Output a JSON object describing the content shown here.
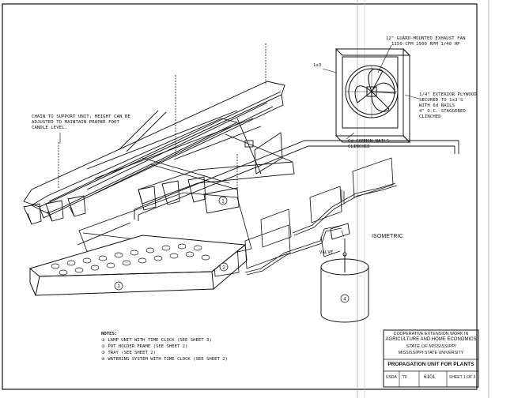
{
  "drawing": {
    "callouts": {
      "fan": "12\" GUARD-MOUNTED EXHAUST FAN\n1150 CFM 1500 RPM 1/40 HP",
      "lumber": "1x3",
      "plywood": "1/4\" EXTERIOR PLYWOOD\nSECURED TO 1x3'S\nWITH 6d NAILS\n4\" O.C. STAGGERED\nCLINCHED",
      "nails": "6d COMMON NAILS\nCLINCHED",
      "chain": "CHAIN TO SUPPORT UNIT, HEIGHT CAN BE\nADJUSTED TO MAINTAIN PROPER FOOT\nCANDLE LEVEL.",
      "view": "ISOMETRIC",
      "valve": "VALVE"
    },
    "markers": [
      "1",
      "2",
      "3",
      "4"
    ],
    "notes": {
      "heading": "NOTES:",
      "items": [
        "① LAMP UNIT WITH TIME CLOCK (SEE SHEET 3)",
        "② POT HOLDER FRAME (SEE SHEET 2)",
        "③ TRAY (SEE SHEET 2)",
        "④ WATERING SYSTEM WITH TIME CLOCK (SEE SHEET 2)"
      ]
    }
  },
  "title_block": {
    "line1": "COOPERATIVE EXTENSION WORK IN",
    "line2": "AGRICULTURE AND HOME ECONOMICS",
    "line3": "STATE OF MISSISSIPPI",
    "line4": "MISSISSIPPI STATE UNIVERSITY",
    "title": "PROPAGATION UNIT FOR PLANTS",
    "agency": "USDA",
    "year": "'70",
    "number": "6101",
    "sheet": "SHEET 1 OF 3"
  }
}
